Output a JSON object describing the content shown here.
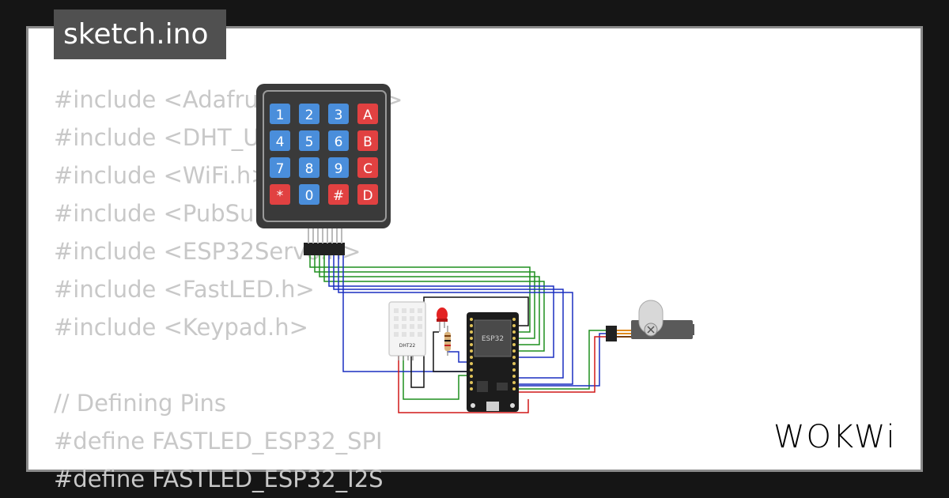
{
  "tab": {
    "filename": "sketch.ino"
  },
  "code_lines": [
    "#include <Adafruit_Sensor.h>",
    "#include <DHT_U.h>",
    "#include <WiFi.h>",
    "#include <PubSubClient.h>",
    "#include <ESP32Servo.h>",
    "#include <FastLED.h>",
    "#include <Keypad.h>",
    "",
    "// Defining Pins",
    "#define FASTLED_ESP32_SPI",
    "#define FASTLED_ESP32_I2S"
  ],
  "keypad": {
    "keys": [
      {
        "label": "1",
        "color": "#4a8edb"
      },
      {
        "label": "2",
        "color": "#4a8edb"
      },
      {
        "label": "3",
        "color": "#4a8edb"
      },
      {
        "label": "A",
        "color": "#e14141"
      },
      {
        "label": "4",
        "color": "#4a8edb"
      },
      {
        "label": "5",
        "color": "#4a8edb"
      },
      {
        "label": "6",
        "color": "#4a8edb"
      },
      {
        "label": "B",
        "color": "#e14141"
      },
      {
        "label": "7",
        "color": "#4a8edb"
      },
      {
        "label": "8",
        "color": "#4a8edb"
      },
      {
        "label": "9",
        "color": "#4a8edb"
      },
      {
        "label": "C",
        "color": "#e14141"
      },
      {
        "label": "*",
        "color": "#e14141"
      },
      {
        "label": "0",
        "color": "#4a8edb"
      },
      {
        "label": "#",
        "color": "#e14141"
      },
      {
        "label": "D",
        "color": "#e14141"
      }
    ]
  },
  "components": {
    "mcu_label": "ESP32",
    "sensor_label": "DHT22"
  },
  "brand": {
    "logo_text": "WOKWi"
  },
  "colors": {
    "background": "#151515",
    "frame": "#8a8a8a",
    "tab_bg": "#505050",
    "code_text": "#c8c8c8",
    "wire_green": "#1f8f1f",
    "wire_blue": "#1a2fc0",
    "wire_red": "#d01818",
    "wire_black": "#111111"
  }
}
